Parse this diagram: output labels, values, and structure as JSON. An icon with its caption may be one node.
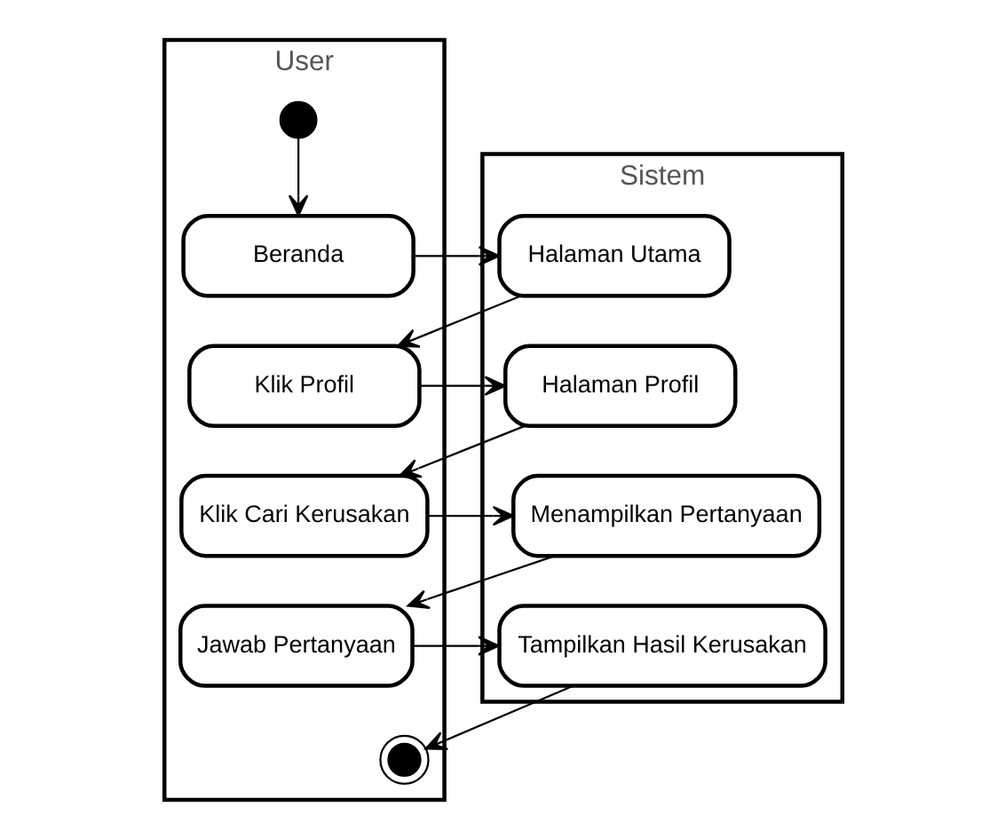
{
  "diagram": {
    "nodes": [
      {
        "text": [
          "User"
        ]
      },
      {
        "text": [
          "Sistem"
        ]
      },
      {
        "text": [],
        "shape": "circle",
        "in": 0
      },
      {
        "text": [
          "Beranda"
        ],
        "in": 0
      },
      {
        "text": [
          "Halaman Utama"
        ],
        "in": 1
      },
      {
        "text": [
          "Klik Profil"
        ],
        "in": 0
      },
      {
        "text": [
          "Halaman Profil"
        ],
        "in": 1
      },
      {
        "text": [
          "Klik Cari Kerusakan"
        ],
        "in": 0
      },
      {
        "text": [
          "Menampilkan Pertanyaan"
        ],
        "in": 1
      },
      {
        "text": [
          "Jawab Pertanyaan"
        ],
        "in": 0
      },
      {
        "text": [
          "Tampilkan Hasil Kerusakan"
        ],
        "in": 1
      },
      {
        "text": [],
        "shape": "bullseye",
        "in": 0
      }
    ],
    "edges": [
      {
        "from": 2,
        "to": 3,
        "arrow": "to"
      },
      {
        "from": 3,
        "to": 4,
        "arrow": "to"
      },
      {
        "from": 4,
        "to": 5,
        "arrow": "to"
      },
      {
        "from": 5,
        "to": 6,
        "arrow": "to"
      },
      {
        "from": 6,
        "to": 7,
        "arrow": "to"
      },
      {
        "from": 7,
        "to": 8,
        "arrow": "to"
      },
      {
        "from": 8,
        "to": 9,
        "arrow": "to"
      },
      {
        "from": 9,
        "to": 10,
        "arrow": "to"
      },
      {
        "from": 10,
        "to": 11,
        "arrow": "to"
      }
    ]
  }
}
